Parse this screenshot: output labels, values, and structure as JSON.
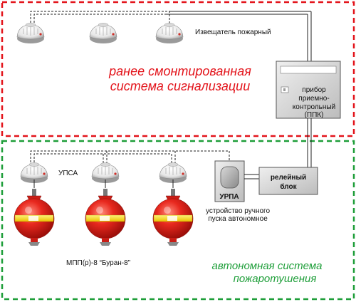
{
  "system_top": {
    "title_line1": "ранее смонтированная",
    "title_line2": "система сигнализации",
    "detector_label": "Извещатель пожарный",
    "color": "#e3141b"
  },
  "panel_ppk": {
    "line1": "прибор",
    "line2": "приемно-",
    "line3": "контрольный",
    "line4": "(ППК)"
  },
  "system_bottom": {
    "title_line1": "автономная система",
    "title_line2": "пожаротушения",
    "color": "#1e9e39",
    "upsa_label": "УПСА",
    "extinguisher_label": "МПП(р)-8 “Буран-8”"
  },
  "relay_block": {
    "line1": "релейный",
    "line2": "блок"
  },
  "urpa": {
    "label": "УРПА",
    "caption_line1": "устройство ручного",
    "caption_line2": "пуска автономное"
  },
  "icons": {
    "detector": "smoke-detector-icon",
    "extinguisher": "fire-extinguisher-module-icon",
    "manual_start": "manual-start-button-icon"
  }
}
